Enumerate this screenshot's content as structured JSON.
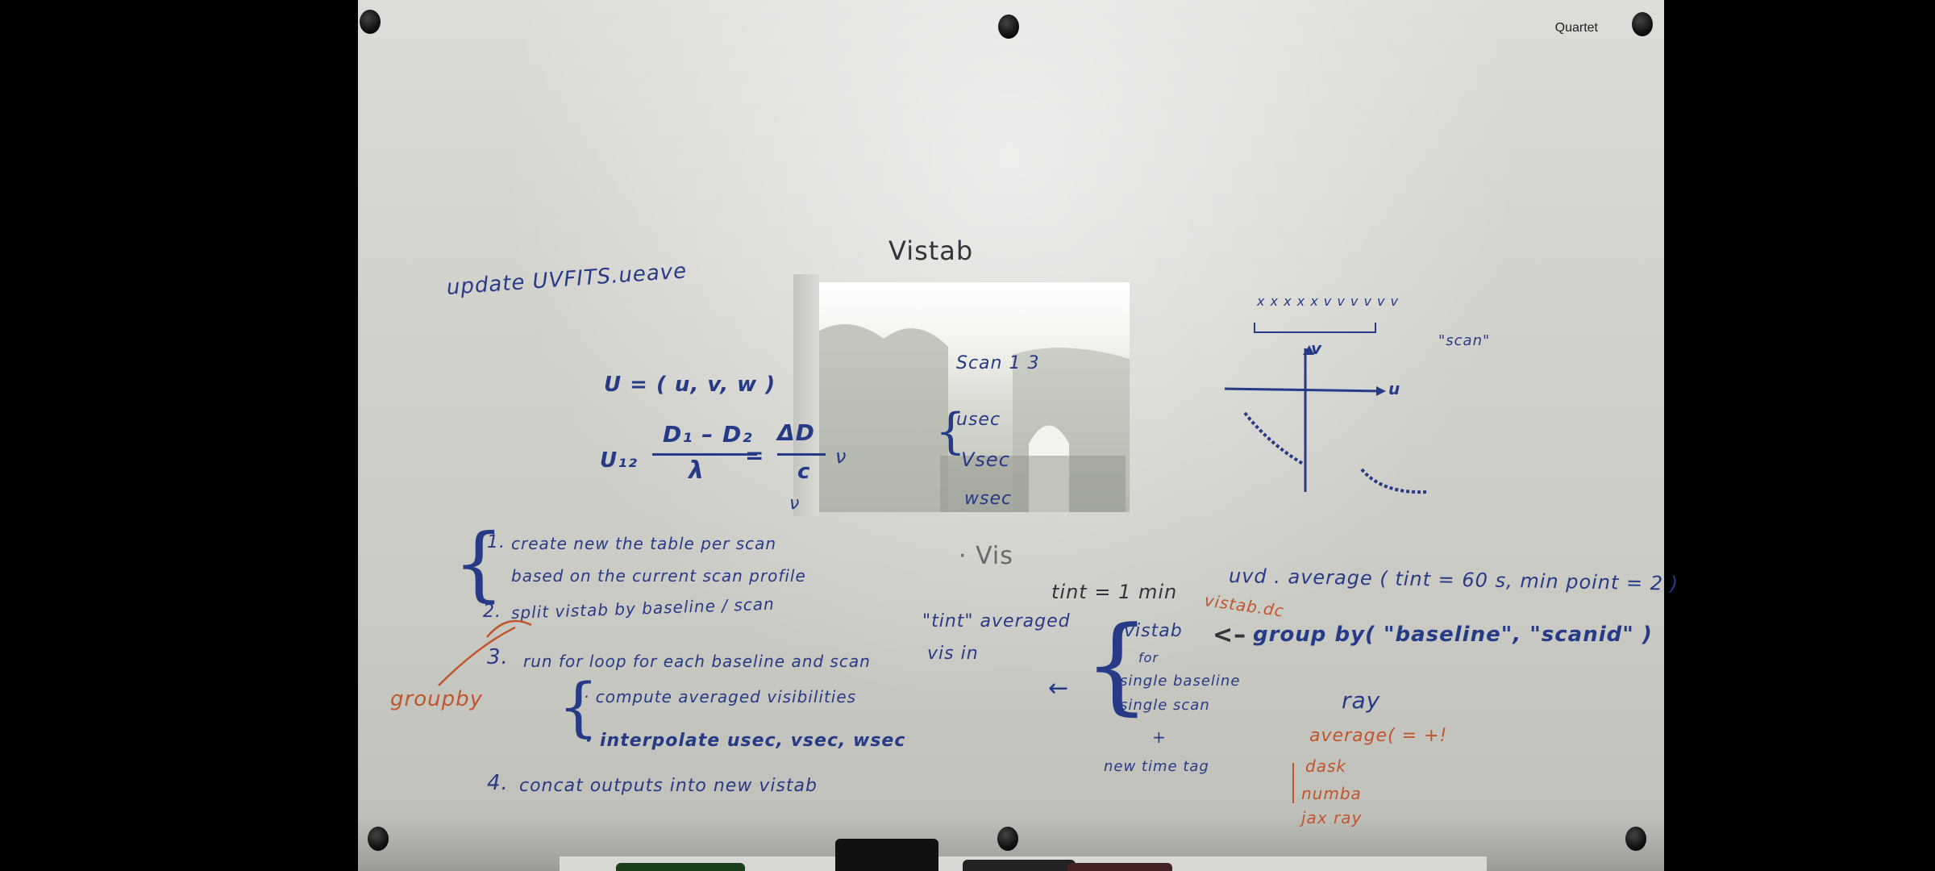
{
  "brand": "Quartet",
  "title": "Vistab",
  "header_left": "update UVFITS.ueave",
  "eq": {
    "line1": "U = ( u, v, w )",
    "lhs": "U₁₂",
    "num": "D₁ – D₂",
    "den": "λ",
    "eq_sign": "=",
    "num2": "ΔD",
    "den2": "c",
    "den2b": "ν",
    "tail": "ν"
  },
  "center_list": {
    "header": "Scan 1 3",
    "items": [
      "usec",
      "Vsec",
      "wsec"
    ],
    "vis": "· Vis"
  },
  "tint": "tint = 1 min",
  "averaged": [
    "\"tint\" averaged",
    "vis in"
  ],
  "steps": [
    {
      "num": "1.",
      "lines": [
        "create new the table per scan",
        "based on the current scan profile"
      ]
    },
    {
      "num": "2.",
      "lines": [
        "split vistab by baseline / scan"
      ]
    },
    {
      "num": "3.",
      "lines": [
        "run for loop for each baseline and scan"
      ]
    },
    {
      "num": "",
      "lines": [
        "· compute averaged visibilities",
        "· interpolate usec, vsec, wsec"
      ]
    },
    {
      "num": "4.",
      "lines": [
        "concat outputs into new vistab"
      ]
    }
  ],
  "groupby": "groupby",
  "vistab_block": [
    "vistab",
    "for",
    "single baseline",
    "single scan",
    "+",
    "new time tag"
  ],
  "arrow_left": "←",
  "uvd_line": "uvd . average ( tint = 60 s, min point = 2 )",
  "vistab_dc": "vistab.dc",
  "group_by": "group by( \"baseline\", \"scanid\" )",
  "ray": "ray",
  "red_list": [
    "average( = +!",
    "dask",
    "numba",
    "jax ray"
  ],
  "top_right_row": "x x x x x v   v v v v v",
  "scan_label": "\"scan\"",
  "axis": {
    "u": "u",
    "v": "v"
  }
}
